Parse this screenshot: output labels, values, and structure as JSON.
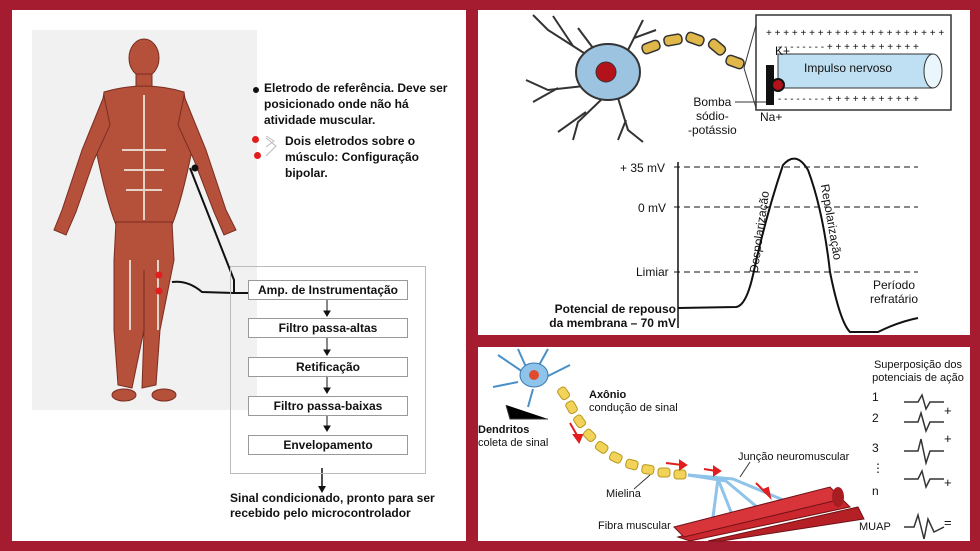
{
  "left": {
    "ref_electrode_text": "Eletrodo de referência. Deve ser posicionado onde não há atividade muscular.",
    "bipolar_text": "Dois eletrodos sobre o músculo: Configuração bipolar.",
    "pipeline": [
      "Amp. de Instrumentação",
      "Filtro passa-altas",
      "Retificação",
      "Filtro passa-baixas",
      "Envelopamento"
    ],
    "output_text": "Sinal condicionado, pronto para ser recebido pelo microcontrolador",
    "colors": {
      "electrode_red": "#e11d1d",
      "muscle": "#b5503b"
    }
  },
  "top_right": {
    "k_label": "K+",
    "na_label": "Na+",
    "impulse_label": "Impulso nervoso",
    "pump_label": "Bomba\nsódio-\n-potássio",
    "levels": [
      "+ 35 mV",
      "0 mV",
      "Limiar"
    ],
    "resting_label": "Potencial de repouso\nda membrana – 70 mV",
    "depol_label": "Despolarização",
    "repol_label": "Repolarização",
    "refractory_label": "Período\nrefratário"
  },
  "bottom_right": {
    "axon_title": "Axônio",
    "axon_sub": "condução de sinal",
    "dendrites_title": "Dendritos",
    "dendrites_sub": "coleta de sinal",
    "junction_label": "Junção neuromuscular",
    "myelin_label": "Mielina",
    "fiber_label": "Fibra muscular",
    "superposition_title": "Superposição dos\npotenciais de ação",
    "rows": [
      "1",
      "2",
      "3",
      "⋮",
      "n",
      "MUAP"
    ],
    "ops": [
      "+",
      "+",
      "+",
      "="
    ]
  }
}
